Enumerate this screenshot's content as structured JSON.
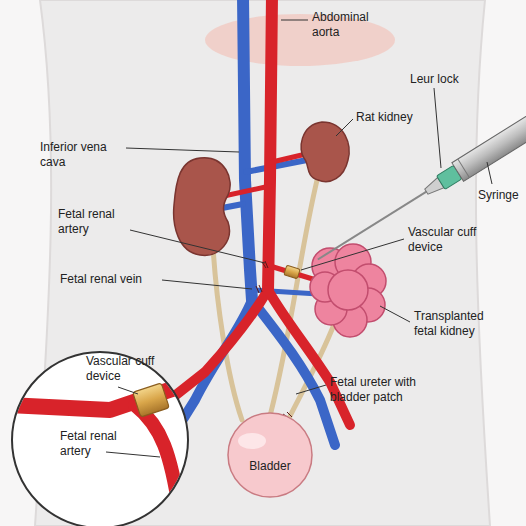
{
  "diagram": {
    "nodes": [
      {
        "text": [
          "Bladder"
        ]
      }
    ],
    "labels": [
      "Abdominal aorta",
      "Inferior vena cava",
      "Rat kidney",
      "Leur lock",
      "Syringe",
      "Fetal renal artery",
      "Vascular cuff device",
      "Fetal renal vein",
      "Transplanted fetal kidney",
      "Fetal ureter with bladder patch",
      "Vascular cuff device",
      "Fetal renal artery"
    ]
  }
}
